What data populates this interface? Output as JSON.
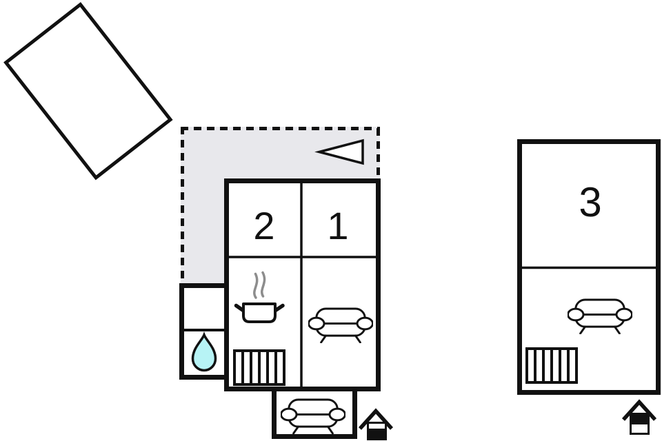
{
  "page": {
    "kind": "floor-plan-drawing",
    "background": "#ffffff"
  },
  "colors": {
    "wall": "#111111",
    "terrace_fill": "#e8e8ec",
    "water": "#b7f3f5",
    "steam": "#8d8d8d"
  },
  "floorplan": {
    "rooms": [
      {
        "label": "2"
      },
      {
        "label": "1"
      },
      {
        "label": "3"
      }
    ],
    "icons": [
      {
        "name": "outbuilding-outline"
      },
      {
        "name": "terrace-dashed-area"
      },
      {
        "name": "direction-arrow-icon"
      },
      {
        "name": "stove-pot-icon"
      },
      {
        "name": "steam-icon"
      },
      {
        "name": "radiator-icon"
      },
      {
        "name": "water-drop-icon"
      },
      {
        "name": "sofa-icon"
      },
      {
        "name": "house-marker-main-icon"
      },
      {
        "name": "house-marker-annex-icon"
      }
    ]
  }
}
